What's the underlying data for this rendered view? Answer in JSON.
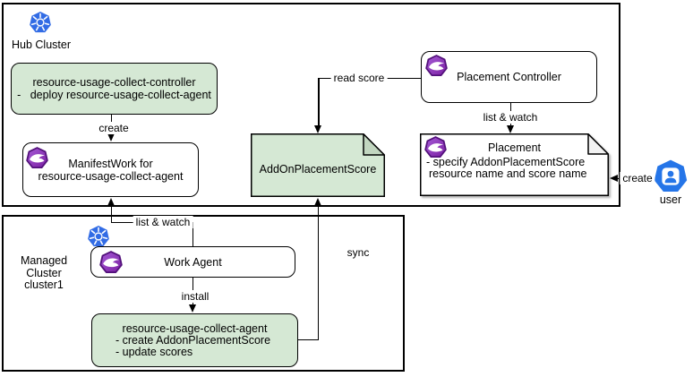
{
  "clusters": {
    "hub": {
      "label": "Hub Cluster"
    },
    "managed": {
      "name": "Managed Cluster",
      "cluster": "cluster1"
    }
  },
  "nodes": {
    "controller": {
      "line1": "resource-usage-collect-controller",
      "line2": "-   deploy resource-usage-collect-agent"
    },
    "manifestwork": {
      "line1": "ManifestWork for",
      "line2": "resource-usage-collect-agent"
    },
    "addonplacementscore": {
      "label": "AddOnPlacementScore"
    },
    "placement_controller": {
      "label": "Placement Controller"
    },
    "placement": {
      "title": "Placement",
      "line1": "- specify AddonPlacementScore",
      "line2": "resource name and score name"
    },
    "work_agent": {
      "label": "Work Agent"
    },
    "agent": {
      "line1": "resource-usage-collect-agent",
      "line2": "- create AddonPlacementScore",
      "line3": "- update scores"
    },
    "user": {
      "label": "user"
    }
  },
  "edges": {
    "create_controller": "create",
    "list_watch_work": "list & watch",
    "read_score": "read score",
    "list_watch_placement": "list & watch",
    "create_user": "create",
    "install": "install",
    "sync": "sync"
  },
  "colors": {
    "green_fill": "#d5e8d4",
    "green_fold": "#c2d6c0",
    "note_fold": "#f2f2f2",
    "stroke": "#000000",
    "kubernetes_blue": "#326ce5",
    "ocm_purple": "#8b3dbd",
    "user_blue": "#2575e8"
  }
}
